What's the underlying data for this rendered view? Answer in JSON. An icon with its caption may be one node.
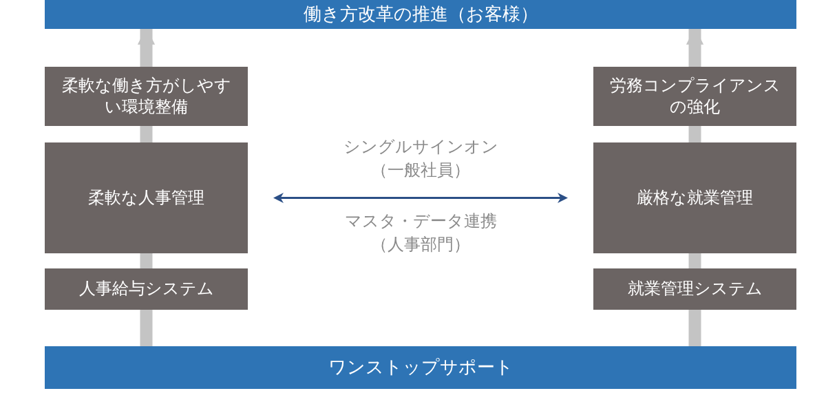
{
  "diagram": {
    "nodes": [
      {
        "text": [
          "働き方改革の推進（お客様）"
        ]
      },
      {
        "text": [
          "柔軟な働き方がしやすい環境整備"
        ]
      },
      {
        "text": [
          "柔軟な人事管理"
        ]
      },
      {
        "text": [
          "人事給与システム"
        ]
      },
      {
        "text": [
          "労務コンプライアンスの強化"
        ]
      },
      {
        "text": [
          "厳格な就業管理"
        ]
      },
      {
        "text": [
          "就業管理システム"
        ]
      },
      {
        "text": [
          "ワンストップサポート"
        ]
      }
    ],
    "edges": [
      {
        "from": 7,
        "to": 3,
        "arrow": "none"
      },
      {
        "from": 3,
        "to": 2,
        "arrow": "none"
      },
      {
        "from": 2,
        "to": 1,
        "arrow": "none"
      },
      {
        "from": 1,
        "to": 0,
        "arrow": "to"
      },
      {
        "from": 7,
        "to": 6,
        "arrow": "none"
      },
      {
        "from": 6,
        "to": 5,
        "arrow": "none"
      },
      {
        "from": 5,
        "to": 4,
        "arrow": "none"
      },
      {
        "from": 4,
        "to": 0,
        "arrow": "to"
      },
      {
        "from": 2,
        "to": 5,
        "arrow": "both",
        "color": "#2b4f86",
        "label": "シングルサインオン（一般社員）"
      }
    ],
    "labels": [
      "マスタ・データ連携（人事部門）"
    ]
  }
}
